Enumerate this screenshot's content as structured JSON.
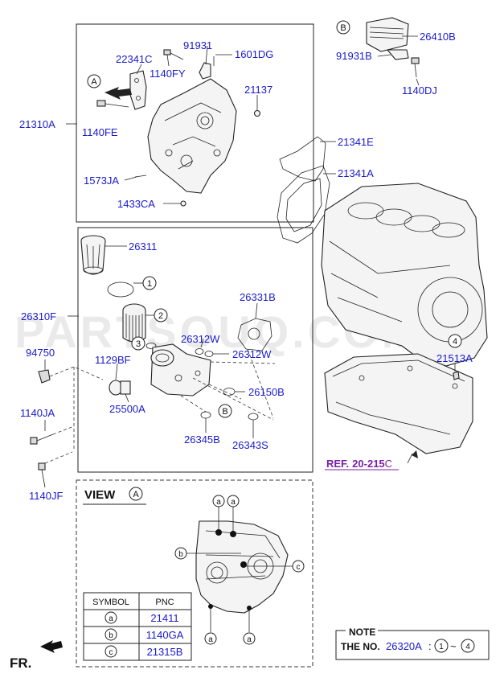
{
  "watermark": "PARTSOUQ.COM",
  "labels": {
    "p26410B": "26410B",
    "p91931B": "91931B",
    "p1140DJ": "1140DJ",
    "p91931": "91931",
    "p1601DG": "1601DG",
    "p22341C": "22341C",
    "p1140FY": "1140FY",
    "p21137": "21137",
    "p21310A": "21310A",
    "p1140FE": "1140FE",
    "p21341E": "21341E",
    "p21341A": "21341A",
    "p1573JA": "1573JA",
    "p1433CA": "1433CA",
    "p26311": "26311",
    "p26331B": "26331B",
    "p26310F": "26310F",
    "p26312W_a": "26312W",
    "p26312W_b": "26312W",
    "p94750": "94750",
    "p1129BF": "1129BF",
    "p21513A": "21513A",
    "p26150B": "26150B",
    "p25500A": "25500A",
    "p1140JA": "1140JA",
    "p26345B": "26345B",
    "p26343S": "26343S",
    "p1140JF": "1140JF"
  },
  "markers": {
    "A": "A",
    "B": "B",
    "n1": "1",
    "n2": "2",
    "n3": "3",
    "n4": "4",
    "a": "a",
    "b": "b",
    "c": "c"
  },
  "ref": {
    "prefix": "REF.",
    "code": "20-215",
    "suffix": "C"
  },
  "view": {
    "title": "VIEW",
    "marker": "A"
  },
  "symbol_table": {
    "headers": [
      "SYMBOL",
      "PNC"
    ],
    "rows": [
      {
        "symbol": "a",
        "pnc": "21411"
      },
      {
        "symbol": "b",
        "pnc": "1140GA"
      },
      {
        "symbol": "c",
        "pnc": "21315B"
      }
    ]
  },
  "note": {
    "title": "NOTE",
    "prefix": "THE NO.",
    "part": "26320A",
    "colon": ":",
    "from": "1",
    "tilde": "~",
    "to": "4"
  },
  "front": "FR."
}
